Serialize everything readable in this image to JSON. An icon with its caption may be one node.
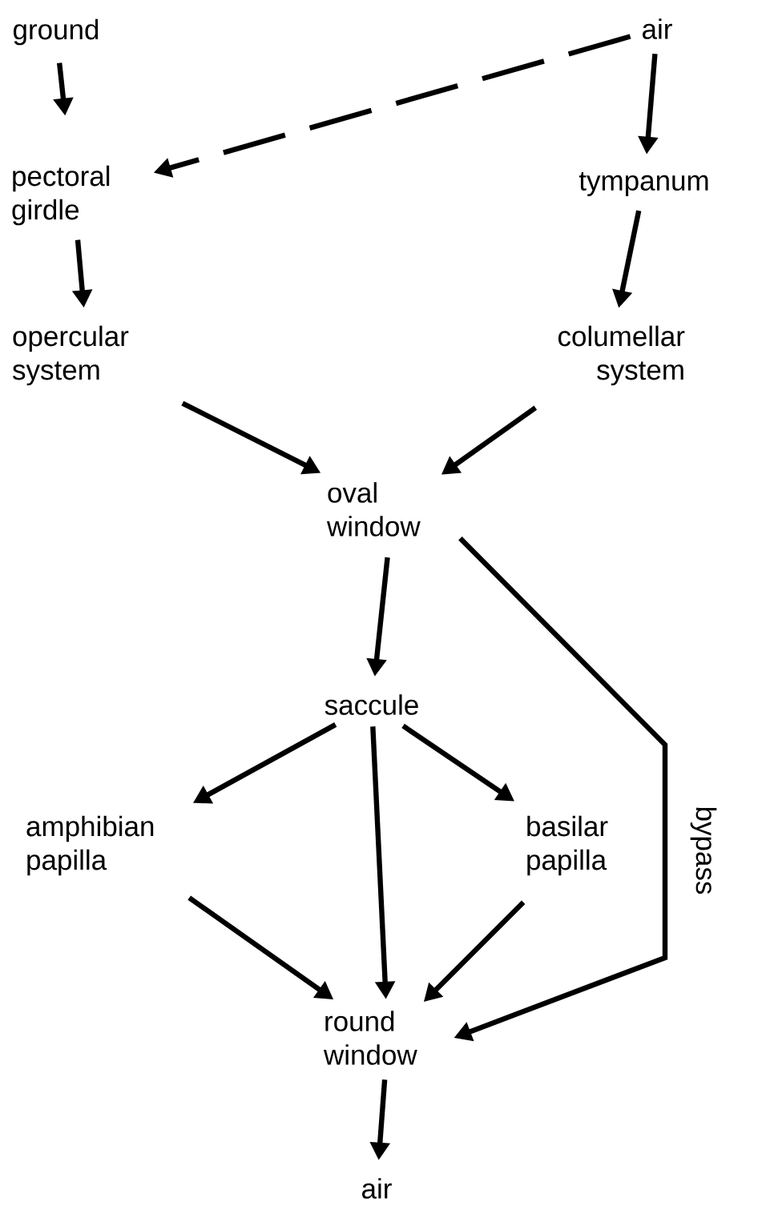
{
  "diagram": {
    "nodes": [
      {
        "text": [
          "ground"
        ]
      },
      {
        "text": [
          "air"
        ]
      },
      {
        "text": [
          "pectoral girdle"
        ]
      },
      {
        "text": [
          "tympanum"
        ]
      },
      {
        "text": [
          "opercular system"
        ]
      },
      {
        "text": [
          "columellar system"
        ]
      },
      {
        "text": [
          "oval window"
        ]
      },
      {
        "text": [
          "saccule"
        ]
      },
      {
        "text": [
          "amphibian papilla"
        ]
      },
      {
        "text": [
          "basilar papilla"
        ]
      },
      {
        "text": [
          "round window"
        ]
      },
      {
        "text": [
          "air"
        ]
      }
    ],
    "edges": [
      {
        "from": 0,
        "to": 2,
        "arrow": "to"
      },
      {
        "from": 1,
        "to": 2,
        "arrow": "to",
        "style": "dashed"
      },
      {
        "from": 1,
        "to": 3,
        "arrow": "to"
      },
      {
        "from": 2,
        "to": 4,
        "arrow": "to"
      },
      {
        "from": 3,
        "to": 5,
        "arrow": "to"
      },
      {
        "from": 4,
        "to": 6,
        "arrow": "to"
      },
      {
        "from": 5,
        "to": 6,
        "arrow": "to"
      },
      {
        "from": 6,
        "to": 7,
        "arrow": "to"
      },
      {
        "from": 6,
        "to": 10,
        "arrow": "to",
        "label": "bypass"
      },
      {
        "from": 7,
        "to": 8,
        "arrow": "to"
      },
      {
        "from": 7,
        "to": 10,
        "arrow": "to"
      },
      {
        "from": 7,
        "to": 9,
        "arrow": "to"
      },
      {
        "from": 8,
        "to": 10,
        "arrow": "to"
      },
      {
        "from": 9,
        "to": 10,
        "arrow": "to"
      },
      {
        "from": 10,
        "to": 11,
        "arrow": "to"
      }
    ]
  }
}
